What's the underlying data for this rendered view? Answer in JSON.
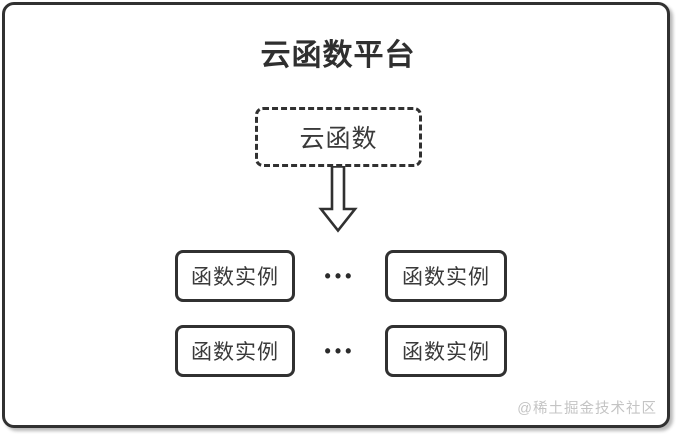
{
  "diagram": {
    "title": "云函数平台",
    "root_node": {
      "label": "云函数"
    },
    "connector": {
      "icon": "down-arrow",
      "direction": "down"
    },
    "rows": [
      {
        "left_label": "函数实例",
        "separator": "•••",
        "right_label": "函数实例"
      },
      {
        "left_label": "函数实例",
        "separator": "•••",
        "right_label": "函数实例"
      }
    ],
    "watermark": "@稀土掘金技术社区",
    "colors": {
      "border": "#313131",
      "text": "#3a3a3a",
      "title": "#2f2f2f",
      "watermark": "#c4c4c4",
      "background": "#ffffff"
    }
  }
}
